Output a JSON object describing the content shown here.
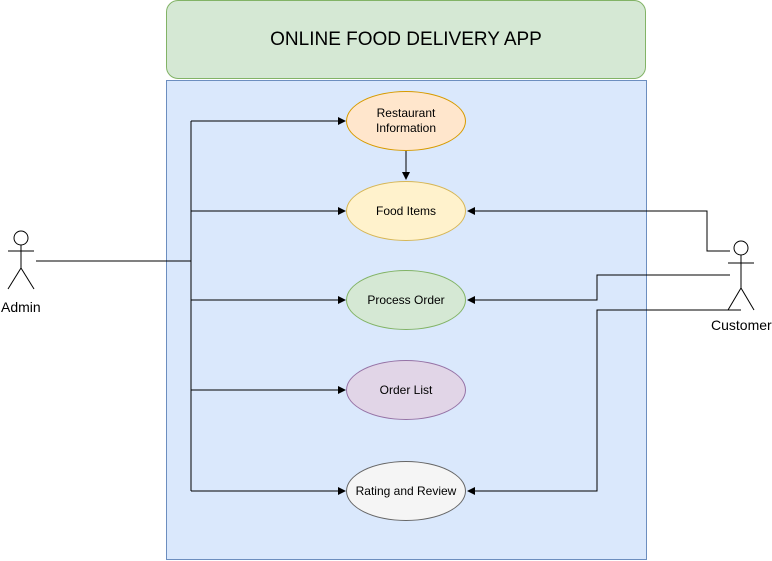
{
  "title": "ONLINE FOOD DELIVERY APP",
  "colors": {
    "title_fill": "#d5e8d4",
    "title_stroke": "#82b366",
    "system_fill": "#dae8fc",
    "system_stroke": "#6c8ebf"
  },
  "use_cases": {
    "restaurant_information": {
      "label": "Restaurant Information",
      "fill": "#ffe6cc",
      "stroke": "#d79b00"
    },
    "food_items": {
      "label": "Food Items",
      "fill": "#fff2cc",
      "stroke": "#d6b656"
    },
    "process_order": {
      "label": "Process Order",
      "fill": "#d5e8d4",
      "stroke": "#82b366"
    },
    "order_list": {
      "label": "Order List",
      "fill": "#e1d5e7",
      "stroke": "#9673a6"
    },
    "rating_and_review": {
      "label": "Rating and Review",
      "fill": "#f5f5f5",
      "stroke": "#666666"
    }
  },
  "actors": {
    "admin": {
      "label": "Admin"
    },
    "customer": {
      "label": "Customer"
    }
  }
}
